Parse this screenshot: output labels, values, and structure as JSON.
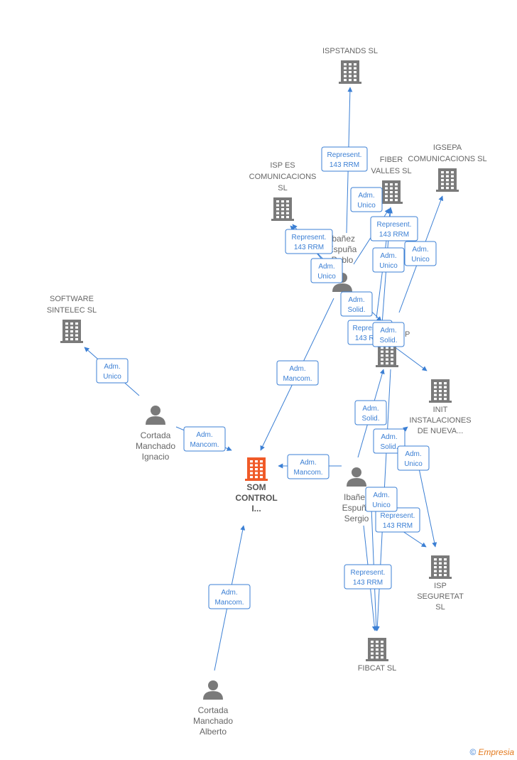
{
  "companies": [
    {
      "id": "ispstands",
      "lines": [
        "ISPSTANDS  SL"
      ],
      "icon": "building-icon",
      "color": "#7a7a7a"
    },
    {
      "id": "fiber",
      "lines": [
        "FIBER",
        "VALLES  SL"
      ],
      "icon": "building-icon",
      "color": "#7a7a7a"
    },
    {
      "id": "igsepa",
      "lines": [
        "IGSEPA",
        "COMUNICACIONS SL"
      ],
      "icon": "building-icon",
      "color": "#7a7a7a"
    },
    {
      "id": "ispes",
      "lines": [
        "ISP ES",
        "COMUNICACIONS",
        "SL"
      ],
      "icon": "building-icon",
      "color": "#7a7a7a"
    },
    {
      "id": "software",
      "lines": [
        "SOFTWARE",
        "SINTELEC  SL"
      ],
      "icon": "building-icon",
      "color": "#7a7a7a"
    },
    {
      "id": "ibercis",
      "lines": [
        "IBERCIS ISP"
      ],
      "icon": "building-icon",
      "color": "#7a7a7a"
    },
    {
      "id": "init",
      "lines": [
        "INIT",
        "INSTALACIONES",
        "DE NUEVA..."
      ],
      "icon": "building-icon",
      "color": "#7a7a7a"
    },
    {
      "id": "som",
      "lines": [
        "SOM",
        "CONTROL",
        "I..."
      ],
      "icon": "building-icon",
      "color": "#f05a28",
      "main": true
    },
    {
      "id": "seguretat",
      "lines": [
        "ISP",
        "SEGURETAT",
        "SL"
      ],
      "icon": "building-icon",
      "color": "#7a7a7a"
    },
    {
      "id": "fibcat",
      "lines": [
        "FIBCAT  SL"
      ],
      "icon": "building-icon",
      "color": "#7a7a7a"
    }
  ],
  "persons": [
    {
      "id": "pablo",
      "lines": [
        "Ibañez",
        "Espuña",
        "Pablo"
      ],
      "icon": "person-icon"
    },
    {
      "id": "ignacio",
      "lines": [
        "Cortada",
        "Manchado",
        "Ignacio"
      ],
      "icon": "person-icon"
    },
    {
      "id": "sergio",
      "lines": [
        "Ibañez",
        "Espuña",
        "Sergio"
      ],
      "icon": "person-icon"
    },
    {
      "id": "alberto",
      "lines": [
        "Cortada",
        "Manchado",
        "Alberto"
      ],
      "icon": "person-icon"
    }
  ],
  "edges": [
    {
      "from": "pablo",
      "to": "ispstands",
      "lines": [
        "Represent.",
        "143 RRM"
      ]
    },
    {
      "from": "pablo",
      "to": "ispes",
      "lines": [
        "Represent.",
        "143 RRM"
      ]
    },
    {
      "from": "pablo",
      "to": "ispes",
      "lines": [
        "Adm.",
        "Unico"
      ]
    },
    {
      "from": "pablo",
      "to": "fiber",
      "lines": [
        "Adm.",
        "Unico"
      ]
    },
    {
      "from": "pablo",
      "to": "ibercis",
      "lines": [
        "Adm.",
        "Solid."
      ]
    },
    {
      "from": "pablo",
      "to": "som",
      "lines": [
        "Adm.",
        "Mancom."
      ]
    },
    {
      "from": "ibercis",
      "to": "fiber",
      "lines": [
        "Represent.",
        "143 RRM"
      ]
    },
    {
      "from": "ibercis",
      "to": "fiber",
      "lines": [
        "Adm.",
        "Unico"
      ]
    },
    {
      "from": "ibercis",
      "to": "igsepa",
      "lines": [
        "Adm.",
        "Unico"
      ]
    },
    {
      "from": "ibercis",
      "to": "init",
      "lines": [
        "Adm.",
        "Solid."
      ]
    },
    {
      "from": "ibercis",
      "to": "fibcat",
      "lines": [
        "Represent.",
        "143 RRM"
      ]
    },
    {
      "from": "sergio",
      "to": "ibercis",
      "lines": [
        "Adm.",
        "Solid."
      ]
    },
    {
      "from": "sergio",
      "to": "init",
      "lines": [
        "Adm.",
        "Solid."
      ]
    },
    {
      "from": "sergio",
      "to": "seguretat",
      "lines": [
        "Adm.",
        "Unico"
      ]
    },
    {
      "from": "sergio",
      "to": "seguretat",
      "lines": [
        "Represent.",
        "143 RRM"
      ]
    },
    {
      "from": "sergio",
      "to": "fibcat",
      "lines": [
        "Adm.",
        "Unico"
      ]
    },
    {
      "from": "sergio",
      "to": "fibcat",
      "lines": [
        "Represent.",
        "143 RRM"
      ]
    },
    {
      "from": "sergio",
      "to": "som",
      "lines": [
        "Adm.",
        "Mancom."
      ]
    },
    {
      "from": "ignacio",
      "to": "software",
      "lines": [
        "Adm.",
        "Unico"
      ]
    },
    {
      "from": "ignacio",
      "to": "som",
      "lines": [
        "Adm.",
        "Mancom."
      ]
    },
    {
      "from": "alberto",
      "to": "som",
      "lines": [
        "Adm.",
        "Mancom."
      ]
    }
  ],
  "footer": {
    "symbol": "©",
    "brand": "Empresia"
  },
  "colors": {
    "edge": "#3b7fd4",
    "company": "#7a7a7a",
    "main": "#f05a28",
    "person": "#7a7a7a"
  }
}
